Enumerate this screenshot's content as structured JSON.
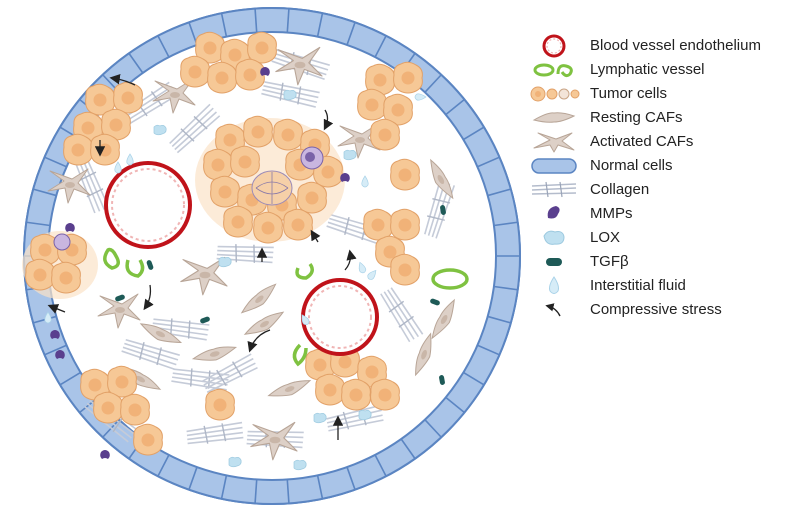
{
  "legend": {
    "items": [
      {
        "icon": "blood-vessel-icon",
        "label": "Blood vessel endothelium"
      },
      {
        "icon": "lymphatic-vessel-icon",
        "label": "Lymphatic vessel"
      },
      {
        "icon": "tumor-cell-icon",
        "label": "Tumor cells"
      },
      {
        "icon": "resting-caf-icon",
        "label": "Resting CAFs"
      },
      {
        "icon": "activated-caf-icon",
        "label": "Activated CAFs"
      },
      {
        "icon": "normal-cell-icon",
        "label": "Normal cells"
      },
      {
        "icon": "collagen-icon",
        "label": "Collagen"
      },
      {
        "icon": "mmp-icon",
        "label": "MMPs"
      },
      {
        "icon": "lox-icon",
        "label": "LOX"
      },
      {
        "icon": "tgfb-icon",
        "label": "TGFβ"
      },
      {
        "icon": "interstitial-fluid-icon",
        "label": "Interstitial fluid"
      },
      {
        "icon": "compressive-stress-icon",
        "label": "Compressive stress"
      }
    ]
  },
  "colors": {
    "normal_cell_fill": "#a9c4e8",
    "normal_cell_stroke": "#5b85c2",
    "tumor_fill": "#f6c896",
    "tumor_stroke": "#e2a168",
    "tumor_nucleus": "#f1b278",
    "blood_vessel": "#c0131a",
    "lymphatic": "#7fc241",
    "caf_fill": "#ddd0c7",
    "caf_stroke": "#b8a597",
    "collagen": "#c5cbd8",
    "mmp": "#5a3f8e",
    "lox": "#bfe0f0",
    "tgfb": "#1e5a57",
    "fluid": "#d6ecf7",
    "arrow": "#222222"
  }
}
